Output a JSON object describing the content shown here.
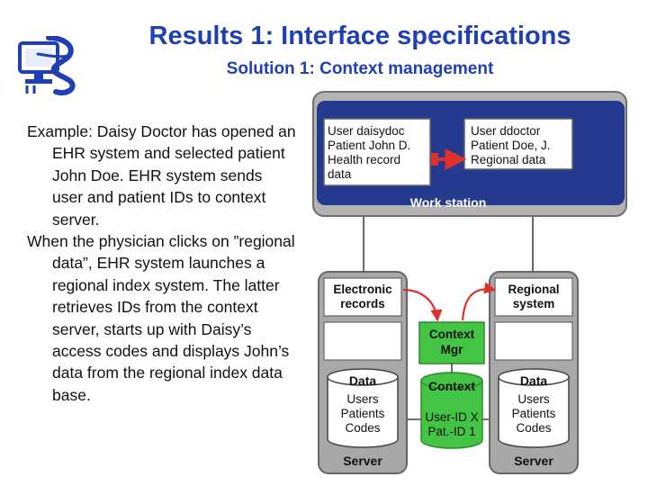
{
  "header": {
    "title": "Results 1: Interface specifications",
    "subtitle": "Solution 1: Context management"
  },
  "body": {
    "paragraphs": [
      "Example: Daisy Doctor has opened an EHR system and selected patient John Doe. EHR system sends user and patient IDs to context server.",
      "When the physician clicks on ”regional data”, EHR system launches a regional index system. The latter retrieves IDs from the context server, starts up with Daisy’s access codes and displays John’s data from the regional index data base."
    ]
  },
  "diagram": {
    "workstation": {
      "label": "Work station",
      "left_window": [
        "User daisydoc",
        "Patient John D.",
        "Health record",
        "data"
      ],
      "right_window": [
        "User ddoctor",
        "Patient Doe, J.",
        "Regional data"
      ]
    },
    "left_server": {
      "name": [
        "Electronic",
        "records"
      ],
      "db_title": "Data",
      "db_lines": [
        "Users",
        "Patients",
        "Codes"
      ],
      "footer": "Server"
    },
    "right_server": {
      "name": [
        "Regional",
        "system"
      ],
      "db_title": "Data",
      "db_lines": [
        "Users",
        "Patients",
        "Codes"
      ],
      "footer": "Server"
    },
    "context": {
      "mgr": [
        "Context",
        "Mgr"
      ],
      "db_title": "Context",
      "db_lines": [
        "User-ID X",
        "Pat.-ID 1"
      ]
    }
  },
  "colors": {
    "title": "#1f3fb3",
    "panel_grey": "#999999",
    "workstation_blue": "#233a8e",
    "context_green": "#44c444",
    "arrow_red": "#e0302c"
  }
}
